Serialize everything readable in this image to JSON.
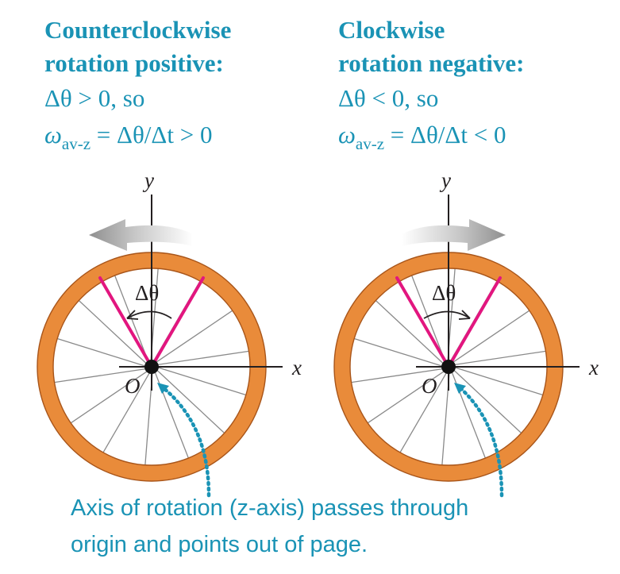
{
  "left_panel": {
    "title_line1": "Counterclockwise",
    "title_line2": "rotation positive:",
    "condition_prefix": "Δθ > 0, so",
    "omega": "ω",
    "omega_sub": "av-z",
    "rate_expr": " = Δθ/Δt > 0"
  },
  "right_panel": {
    "title_line1": "Clockwise",
    "title_line2": "rotation negative:",
    "condition_prefix": "Δθ < 0, so",
    "omega": "ω",
    "omega_sub": "av-z",
    "rate_expr": " = Δθ/Δt < 0"
  },
  "axes": {
    "x_label": "x",
    "y_label": "y",
    "origin_label": "O",
    "angle_label": "Δθ"
  },
  "caption": {
    "line1": "Axis of rotation (z-axis) passes through",
    "line2": "origin and points out of page."
  },
  "colors": {
    "text_accent": "#1a93b5",
    "rim": "#e98b3a",
    "angle_lines": "#e2167f",
    "rotation_arrow": "#9a9a9a"
  }
}
